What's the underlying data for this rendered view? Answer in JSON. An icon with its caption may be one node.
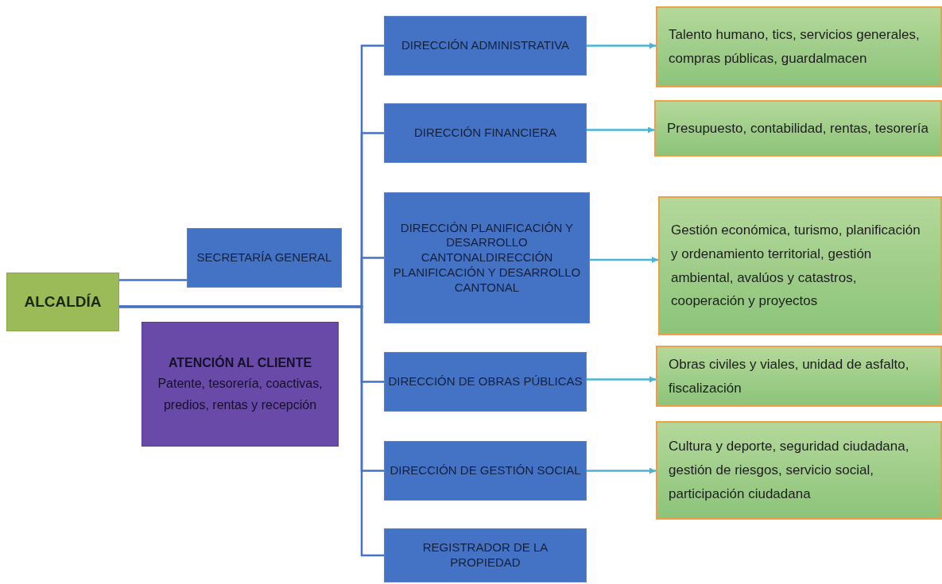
{
  "diagram": {
    "nodes": [
      {
        "text": [
          "ALCALDÍA"
        ]
      },
      {
        "text": [
          "SECRETARÍA GENERAL"
        ]
      },
      {
        "text": [
          "ATENCIÓN AL CLIENTE",
          "Patente, tesorería, coactivas, predios, rentas y recepción"
        ]
      },
      {
        "text": [
          "DIRECCIÓN ADMINISTRATIVA"
        ]
      },
      {
        "text": [
          "Talento humano, tics, servicios generales, compras públicas, guardalmacen"
        ]
      },
      {
        "text": [
          "DIRECCIÓN FINANCIERA"
        ]
      },
      {
        "text": [
          "Presupuesto, contabilidad, rentas, tesorería"
        ]
      },
      {
        "text": [
          "DIRECCIÓN PLANIFICACIÓN Y DESARROLLO CANTONALDIRECCIÓN PLANIFICACIÓN Y DESARROLLO CANTONAL"
        ]
      },
      {
        "text": [
          "Gestión económica, turismo, planificación y ordenamiento territorial, gestión ambiental, avalúos y catastros, cooperación y proyectos"
        ]
      },
      {
        "text": [
          "DIRECCIÓN DE OBRAS PÚBLICAS"
        ]
      },
      {
        "text": [
          "Obras civiles y viales, unidad de asfalto, fiscalización"
        ]
      },
      {
        "text": [
          "DIRECCIÓN DE GESTIÓN SOCIAL"
        ]
      },
      {
        "text": [
          "Cultura y deporte, seguridad ciudadana, gestión de riesgos, servicio social, participación ciudadana"
        ]
      },
      {
        "text": [
          "REGISTRADOR DE LA PROPIEDAD"
        ]
      }
    ],
    "edges": [
      {
        "from": 0,
        "to": 1,
        "arrow": "none"
      },
      {
        "from": 0,
        "to": 3,
        "arrow": "none"
      },
      {
        "from": 0,
        "to": 5,
        "arrow": "none"
      },
      {
        "from": 0,
        "to": 7,
        "arrow": "none"
      },
      {
        "from": 0,
        "to": 9,
        "arrow": "none"
      },
      {
        "from": 0,
        "to": 11,
        "arrow": "none"
      },
      {
        "from": 0,
        "to": 13,
        "arrow": "none"
      },
      {
        "from": 3,
        "to": 4,
        "arrow": "to",
        "color": "#4bb3d6"
      },
      {
        "from": 5,
        "to": 6,
        "arrow": "to",
        "color": "#4bb3d6"
      },
      {
        "from": 7,
        "to": 8,
        "arrow": "to",
        "color": "#4bb3d6"
      },
      {
        "from": 9,
        "to": 10,
        "arrow": "to",
        "color": "#4bb3d6"
      },
      {
        "from": 11,
        "to": 12,
        "arrow": "to",
        "color": "#4bb3d6"
      }
    ]
  }
}
